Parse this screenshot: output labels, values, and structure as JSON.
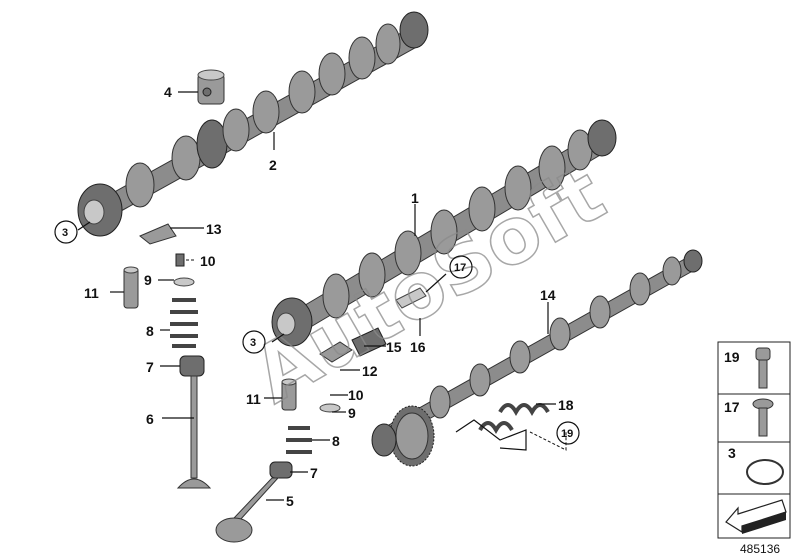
{
  "diagram": {
    "callouts": {
      "c1": "1",
      "c2": "2",
      "c3a": "3",
      "c3b": "3",
      "c4": "4",
      "c5": "5",
      "c6": "6",
      "c7a": "7",
      "c7b": "7",
      "c8a": "8",
      "c8b": "8",
      "c9a": "9",
      "c9b": "9",
      "c10a": "10",
      "c10b": "10",
      "c11a": "11",
      "c11b": "11",
      "c12": "12",
      "c13": "13",
      "c14": "14",
      "c15": "15",
      "c16": "16",
      "c17": "17",
      "c18": "18",
      "c19": "19"
    },
    "watermark": "AutoSoft",
    "side_panel": {
      "items": [
        "19",
        "17",
        "3"
      ]
    },
    "diagram_id": "485136"
  }
}
